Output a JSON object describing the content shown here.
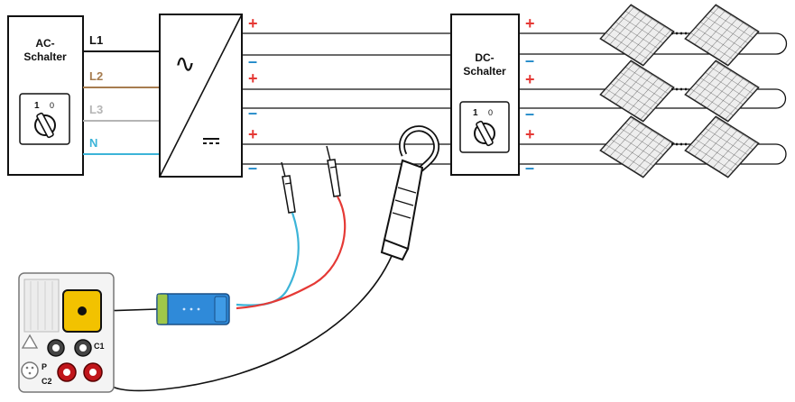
{
  "ac_switch": {
    "title_line1": "AC-",
    "title_line2": "Schalter",
    "dial_label": "1",
    "dial_label_off": "0"
  },
  "phases": [
    {
      "label": "L1",
      "color": "#111111"
    },
    {
      "label": "L2",
      "color": "#a67c4f"
    },
    {
      "label": "L3",
      "color": "#b5b5b5"
    },
    {
      "label": "N",
      "color": "#3cb4d8"
    }
  ],
  "inverter": {
    "ac_symbol": "∿",
    "dc_symbol": "⎓"
  },
  "dc_switch": {
    "title_line1": "DC-",
    "title_line2": "Schalter",
    "dial_label": "1",
    "dial_label_off": "0"
  },
  "polarity": {
    "plus": "+",
    "minus": "–"
  },
  "instrument": {
    "port_c1": "C1",
    "port_p": "P",
    "port_c2": "C2"
  },
  "colors": {
    "plus": "#e53935",
    "minus": "#1e88c8",
    "probe_blue": "#3cb4d8",
    "probe_red": "#e53935",
    "adapter": "#2f8ad9",
    "clamp_socket": "#f2c200"
  }
}
